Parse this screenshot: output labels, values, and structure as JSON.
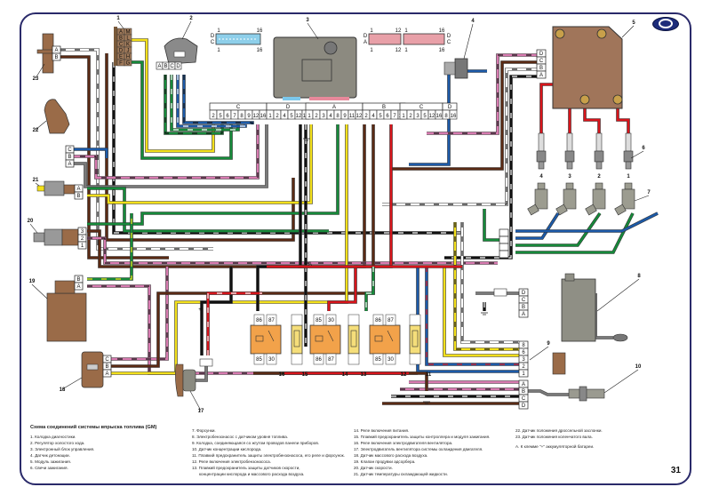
{
  "page": {
    "title": "Схема соединений системы впрыска топлива (GM)",
    "page_number": "31"
  },
  "legend": {
    "col1": [
      "1. Колодка диагностики.",
      "2. Регулятор холостого хода.",
      "3. Электронный блок управления.",
      "4. Датчик детонации.",
      "5. Модуль зажигания.",
      "6. Свечи зажигания."
    ],
    "col2": [
      "7. Форсунки.",
      "8. Электробензонасос с датчиком уровня топлива.",
      "9. Колодка, соединяющаяся со жгутом проводов панели приборов.",
      "10. Датчик концентрации кислорода.",
      "11. Плавкий предохранитель защиты электробензонасоса, его реле и форсунок.",
      "12. Реле включения электробензонасоса.",
      "13. Плавкий предохранитель защиты датчиков скорости,",
      "концентрации кислорода и массового расхода воздуха."
    ],
    "col3": [
      "14. Реле включения питания.",
      "15. Плавкий предохранитель защиты контроллера и модуля зажигания.",
      "16. Реле включения электродвигателя вентилятора.",
      "17. Электродвигатель вентилятора системы охлаждения двигателя.",
      "18. Датчик массового расхода воздуха.",
      "19. Клапан продувки адсорбера.",
      "20. Датчик скорости.",
      "21. Датчик температуры охлаждающей жидкости."
    ],
    "col4": [
      "22. Датчик положения дроссельной заслонки.",
      "23. Датчик положения коленчатого вала.",
      "",
      "А. К клемме \"+\" аккумуляторной батареи."
    ]
  },
  "components": {
    "c1": "1",
    "c2": "2",
    "c3": "3",
    "c4": "4",
    "c5": "5",
    "c6": "6",
    "c7": "7",
    "c8": "8",
    "c9": "9",
    "c10": "10",
    "c11": "11",
    "c12": "12",
    "c13": "13",
    "c14": "14",
    "c15": "15",
    "c16": "16",
    "c17": "17",
    "c18": "18",
    "c19": "19",
    "c20": "20",
    "c21": "21",
    "c22": "22",
    "c23": "23"
  },
  "ecu_connectors": {
    "left": {
      "groups": [
        "C",
        "D"
      ],
      "pins_c": [
        "2",
        "5",
        "6",
        "7",
        "8",
        "9",
        "12",
        "16"
      ],
      "pins_d": [
        "1",
        "2",
        "4",
        "5",
        "12",
        "16"
      ]
    },
    "middle": {
      "groups": [
        "A",
        "B"
      ],
      "pins_a": [
        "1",
        "2",
        "3",
        "4",
        "8",
        "9",
        "11",
        "12"
      ],
      "pins_b": [
        "2",
        "4",
        "5",
        "6",
        "7",
        "12"
      ]
    },
    "right": {
      "groups": [
        "C",
        "D"
      ],
      "pins_c": [
        "1",
        "2",
        "3",
        "5",
        "12",
        "16"
      ],
      "pins_d": [
        "8",
        "16"
      ]
    }
  },
  "plug_labels": {
    "blue_plug": {
      "left_letters": [
        "D",
        "C"
      ],
      "start": "1",
      "end": "16"
    },
    "pink_plug_a": {
      "left_letters": [
        "D",
        "A"
      ],
      "start": "1",
      "end": "12"
    },
    "pink_plug_b": {
      "right_letters": [
        "D",
        "C"
      ],
      "start": "1",
      "end": "16"
    }
  },
  "diag_block_pins": [
    "A",
    "M",
    "B",
    "L",
    "C",
    "K",
    "D",
    "J",
    "E",
    "H",
    "F",
    "G"
  ],
  "idle_reg_pins": [
    "A",
    "B",
    "C",
    "D"
  ],
  "ignition_module_pins": [
    "D",
    "C",
    "B",
    "A"
  ],
  "spark_plug_numbers": [
    "4",
    "3",
    "2",
    "1"
  ],
  "sensor_pins": {
    "s23": [
      "A",
      "B"
    ],
    "s22": [
      "C",
      "B",
      "A"
    ],
    "s21": [
      "A",
      "B"
    ],
    "s20": [
      "3",
      "2",
      "1"
    ],
    "s19": [
      "B",
      "A"
    ],
    "s18": [
      "C",
      "B",
      "A"
    ],
    "s8": [
      "D",
      "C",
      "B",
      "A"
    ],
    "s9": [
      "8",
      "6",
      "3",
      "2",
      "1"
    ],
    "s10": [
      "A",
      "B",
      "C",
      "D"
    ]
  },
  "relay_terminals": {
    "top": [
      "86",
      "87"
    ],
    "bottom": [
      "85",
      "30"
    ],
    "r14_top": [
      "85",
      "30"
    ],
    "r14_bottom": [
      "86",
      "87"
    ]
  },
  "battery_label": "+ A",
  "plus_label": "+",
  "wire_colors": {
    "red": "#d8141b",
    "blue": "#1c5aa8",
    "green": "#168a3a",
    "yellow": "#f3e01a",
    "brown": "#5a2a14",
    "pink": "#d77ab0",
    "black": "#111111",
    "grey": "#7a7a7a",
    "white": "#ffffff"
  },
  "component_colors": {
    "ecu": "#8c8a80",
    "ignition_module": "#a0755a",
    "relay": "#f2a24a",
    "fuse": "#f5de7a",
    "sensor_brown": "#9a6b48",
    "injector": "#9c9c90",
    "frame": "#2a2a6a"
  }
}
